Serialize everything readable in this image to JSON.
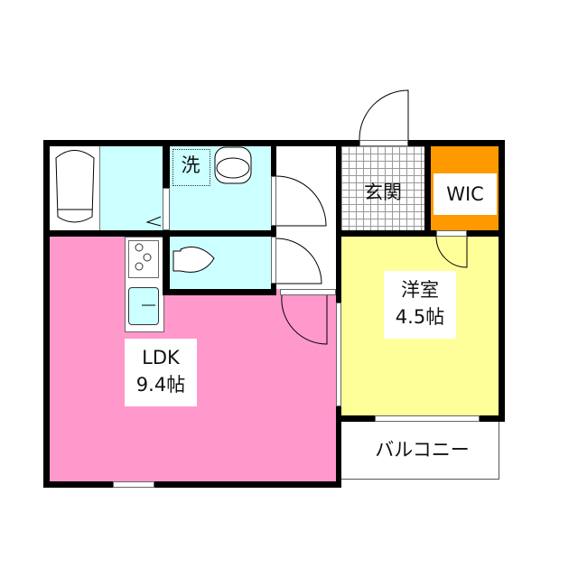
{
  "rooms": {
    "ldk": {
      "name": "LDK",
      "size": "9.4帖",
      "color": "#ff99cc"
    },
    "western": {
      "name": "洋室",
      "size": "4.5帖",
      "color": "#ffff99"
    },
    "wic": {
      "name": "WIC",
      "color": "#ff9900"
    },
    "entrance": {
      "name": "玄関"
    },
    "balcony": {
      "name": "バルコニー"
    },
    "washer": {
      "name": "洗"
    },
    "wet_color": "#ccffff"
  }
}
